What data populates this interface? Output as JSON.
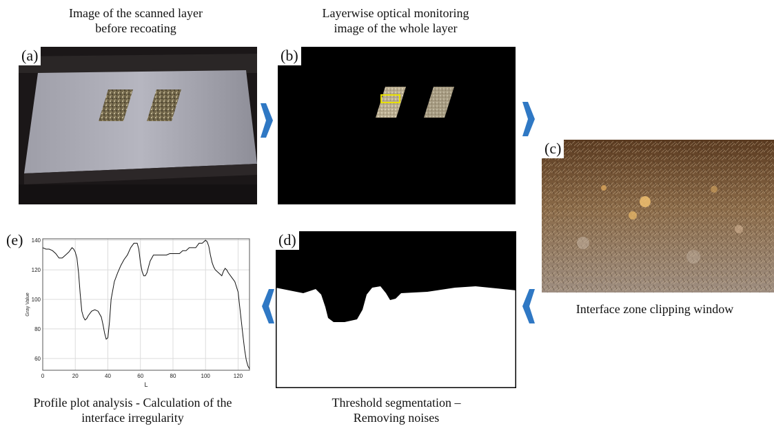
{
  "panels": {
    "a": {
      "label": "(a)",
      "caption": [
        "Image of the scanned layer",
        "before recoating"
      ]
    },
    "b": {
      "label": "(b)",
      "caption": [
        "Layerwise optical monitoring",
        "image of the whole layer"
      ]
    },
    "c": {
      "label": "(c)",
      "caption": [
        "Interface zone clipping window"
      ]
    },
    "d": {
      "label": "(d)",
      "caption": [
        "Threshold segmentation –",
        "Removing noises"
      ]
    },
    "e": {
      "label": "(e)",
      "caption": [
        "Profile plot analysis - Calculation of the",
        "interface irregularity"
      ]
    }
  },
  "colors": {
    "arrow": "#2f78c4",
    "highlight_box": "#e8e000"
  },
  "chart_data": {
    "type": "line",
    "xlabel": "L",
    "ylabel": "Gray Value",
    "xlim": [
      0,
      127
    ],
    "ylim": [
      52,
      141
    ],
    "x_ticks": [
      "0",
      "20",
      "40",
      "60",
      "80",
      "100",
      "120"
    ],
    "y_ticks": [
      "60",
      "80",
      "100",
      "120",
      "140"
    ],
    "grid": true,
    "series": [
      {
        "x": [
          0,
          2,
          4,
          6,
          8,
          10,
          12,
          14,
          16,
          18,
          19,
          20,
          21,
          22,
          23,
          24,
          25,
          26,
          27,
          28,
          30,
          32,
          34,
          36,
          37,
          38,
          39,
          40,
          41,
          42,
          44,
          46,
          48,
          50,
          52,
          54,
          56,
          58,
          59,
          60,
          61,
          62,
          63,
          64,
          65,
          66,
          68,
          70,
          72,
          74,
          76,
          78,
          80,
          82,
          84,
          86,
          88,
          90,
          92,
          94,
          96,
          98,
          100,
          101,
          102,
          103,
          104,
          105,
          106,
          108,
          110,
          111,
          112,
          113,
          114,
          116,
          118,
          120,
          121,
          122,
          123,
          124,
          125,
          126,
          127
        ],
        "values": [
          135,
          134,
          134,
          133,
          131,
          128,
          128,
          130,
          132,
          135,
          134,
          132,
          128,
          118,
          104,
          92,
          88,
          86,
          87,
          89,
          92,
          93,
          92,
          88,
          83,
          77,
          73,
          74,
          85,
          100,
          112,
          118,
          123,
          127,
          130,
          135,
          138,
          138,
          134,
          125,
          119,
          116,
          116,
          118,
          122,
          126,
          130,
          130,
          130,
          130,
          130,
          131,
          131,
          131,
          131,
          133,
          133,
          135,
          135,
          135,
          138,
          138,
          140,
          139,
          136,
          130,
          125,
          122,
          120,
          118,
          116,
          119,
          121,
          120,
          118,
          115,
          112,
          105,
          95,
          85,
          75,
          66,
          59,
          55,
          53
        ]
      }
    ]
  }
}
